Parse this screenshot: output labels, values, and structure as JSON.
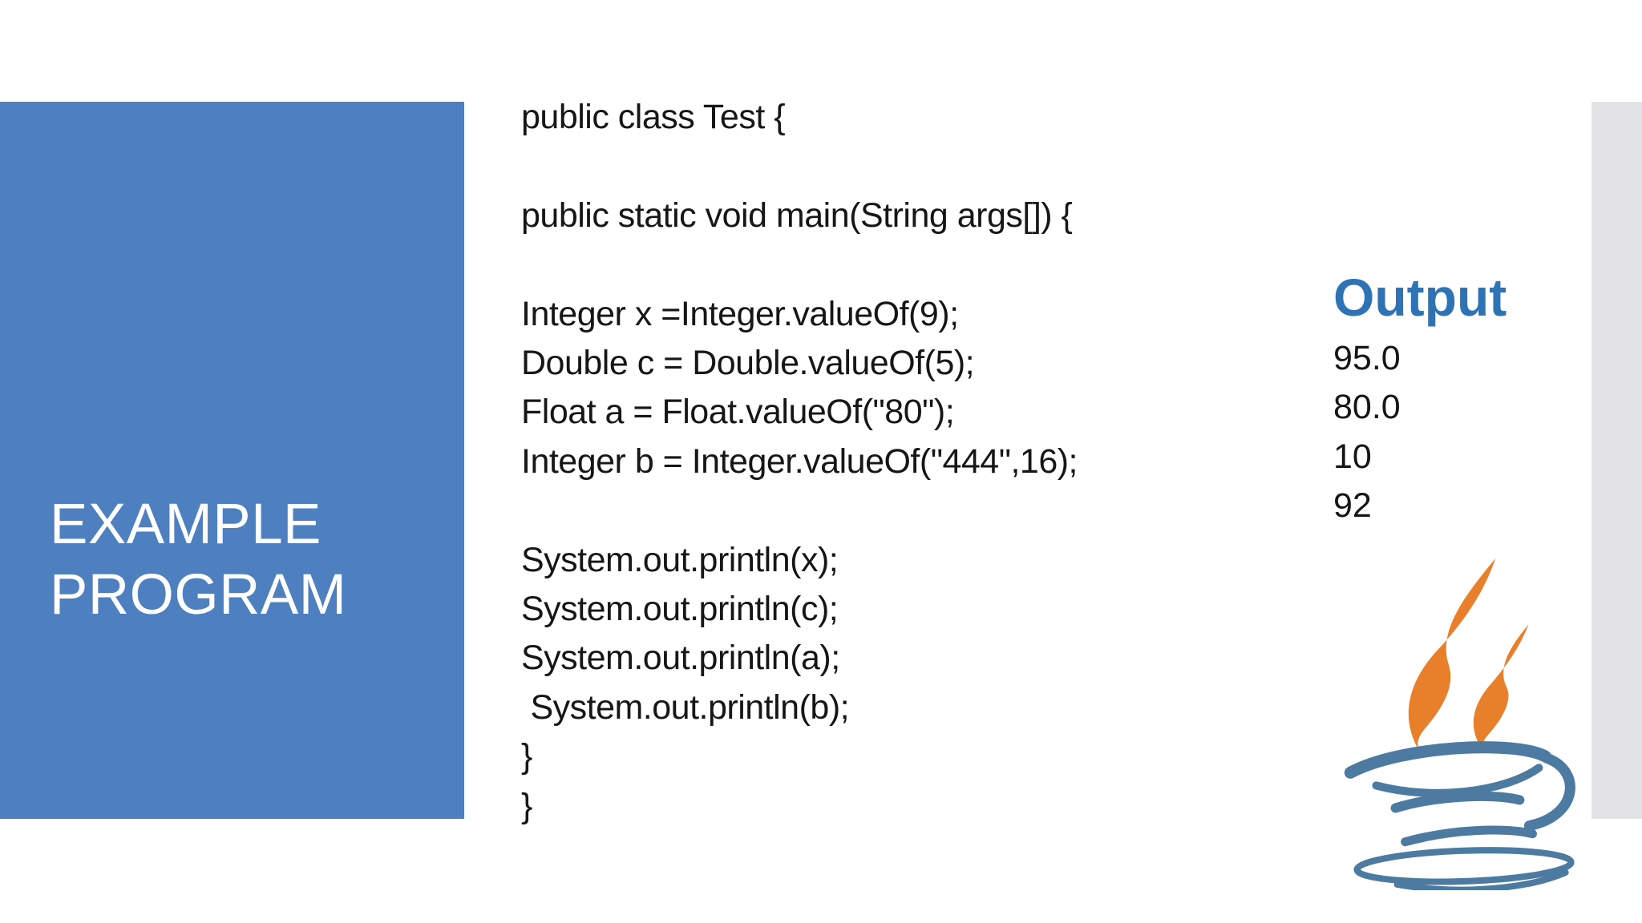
{
  "slide": {
    "title_panel": {
      "text": "EXAMPLE\nPROGRAM",
      "bg_color": "#4e80c0",
      "text_color": "#ffffff"
    },
    "code": {
      "lines": [
        "public class Test {",
        "",
        "public static void main(String args[]) {",
        "",
        "Integer x =Integer.valueOf(9);",
        "Double c = Double.valueOf(5);",
        "Float a = Float.valueOf(\"80\");",
        "Integer b = Integer.valueOf(\"444\",16);",
        "",
        "System.out.println(x);",
        "System.out.println(c);",
        "System.out.println(a);",
        " System.out.println(b);",
        "}",
        "}"
      ],
      "text_color": "#161616"
    },
    "output": {
      "heading": "Output",
      "heading_color": "#2e74b5",
      "values": [
        "95.0",
        "80.0",
        "10",
        "92"
      ]
    },
    "java_logo": {
      "steam_color": "#e87f2a",
      "cup_color": "#4d7aa0"
    },
    "right_strip_color": "#e3e3e5"
  }
}
